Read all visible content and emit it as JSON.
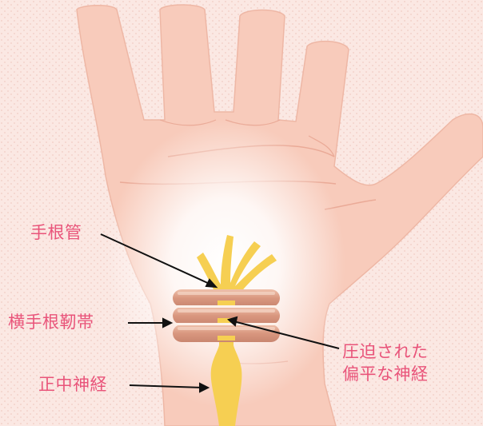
{
  "labels": {
    "carpal_tunnel": "手根管",
    "transverse_carpal_ligament": "横手根靭帯",
    "median_nerve": "正中神経",
    "compressed_nerve_line1": "圧迫された",
    "compressed_nerve_line2": "偏平な神経"
  },
  "colors": {
    "background": "#fbe8e3",
    "skin": "#f8cbbb",
    "skin_line": "#eaaa97",
    "nerve": "#f6cf52",
    "ligament": "#dca088",
    "label_text": "#e9547a",
    "leader_line": "#111111"
  }
}
